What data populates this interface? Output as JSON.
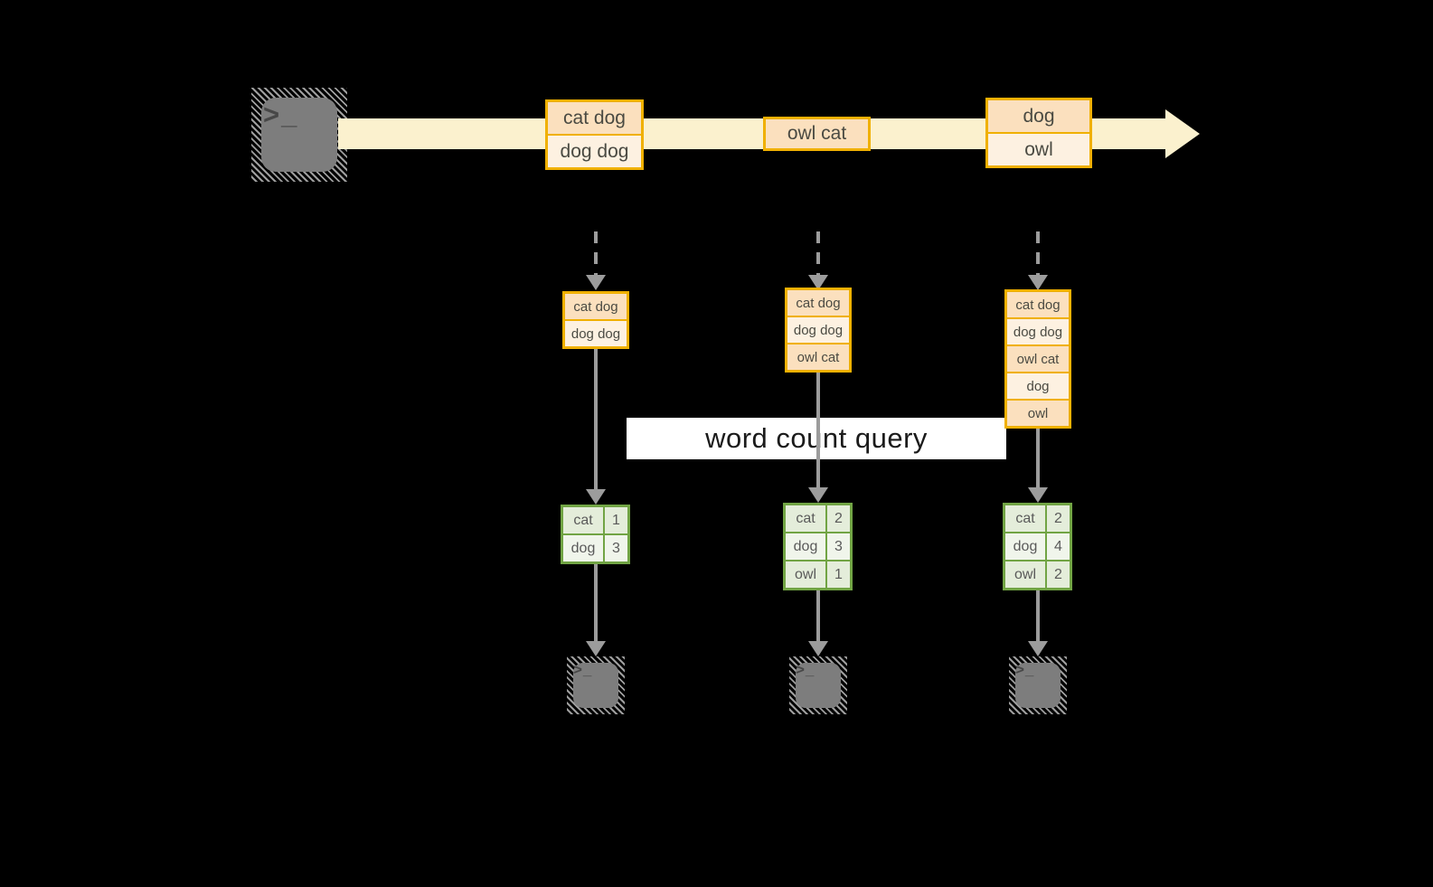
{
  "colors": {
    "background": "#000000",
    "stream_fill": "#FBF1CE",
    "record_border": "#F0B000",
    "record_fill_dark": "#FBE0BE",
    "record_fill_light": "#FDF1E1",
    "table_border": "#71A444",
    "table_fill_dark": "#E4EDDA",
    "table_fill_light": "#F0F5EB",
    "arrow_gray": "#9C9C9C",
    "terminal_gray": "#7D7D7D",
    "query_band": "#FFFFFF"
  },
  "source": {
    "glyph": ">_"
  },
  "stream": {
    "batches": [
      {
        "rows": [
          "cat dog",
          "dog dog"
        ]
      },
      {
        "rows": [
          "owl cat"
        ]
      },
      {
        "rows": [
          "dog",
          "owl"
        ]
      }
    ]
  },
  "query": {
    "label": "word count query"
  },
  "pipelines": [
    {
      "buffer": [
        "cat dog",
        "dog dog"
      ],
      "results": [
        {
          "word": "cat",
          "count": "1"
        },
        {
          "word": "dog",
          "count": "3"
        }
      ],
      "sink_glyph": ">_"
    },
    {
      "buffer": [
        "cat dog",
        "dog dog",
        "owl cat"
      ],
      "results": [
        {
          "word": "cat",
          "count": "2"
        },
        {
          "word": "dog",
          "count": "3"
        },
        {
          "word": "owl",
          "count": "1"
        }
      ],
      "sink_glyph": ">_"
    },
    {
      "buffer": [
        "cat dog",
        "dog dog",
        "owl cat",
        "dog",
        "owl"
      ],
      "results": [
        {
          "word": "cat",
          "count": "2"
        },
        {
          "word": "dog",
          "count": "4"
        },
        {
          "word": "owl",
          "count": "2"
        }
      ],
      "sink_glyph": ">_"
    }
  ]
}
